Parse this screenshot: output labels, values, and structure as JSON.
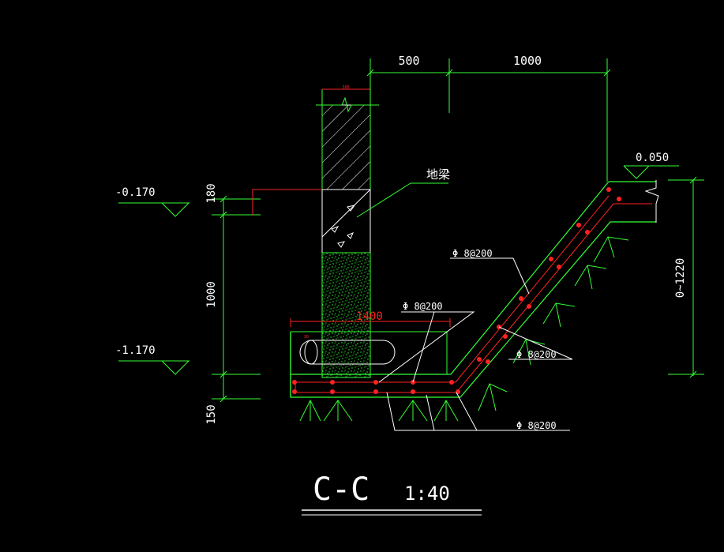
{
  "section": {
    "title": "C-C",
    "scale": "1:40"
  },
  "dimensions": {
    "top_left": "500",
    "top_right": "1000",
    "left_upper": "180",
    "left_middle": "1000",
    "left_lower": "150",
    "right_vertical": "0~1220",
    "slab_width_red": "1400",
    "wall_small_top": "300",
    "slab_small": "30"
  },
  "elevations": {
    "left_upper": "-0.170",
    "left_lower": "-1.170",
    "right_top": "0.050"
  },
  "labels": {
    "ground_beam": "地梁",
    "rebar_label_1": "Φ  8@200",
    "rebar_label_2": "Φ  8@200",
    "rebar_label_3": "Φ  8@200",
    "rebar_label_4": "Φ  8@200"
  },
  "colors": {
    "background": "#000000",
    "green": "#33ff33",
    "white": "#ffffff",
    "red": "#ff2222"
  }
}
